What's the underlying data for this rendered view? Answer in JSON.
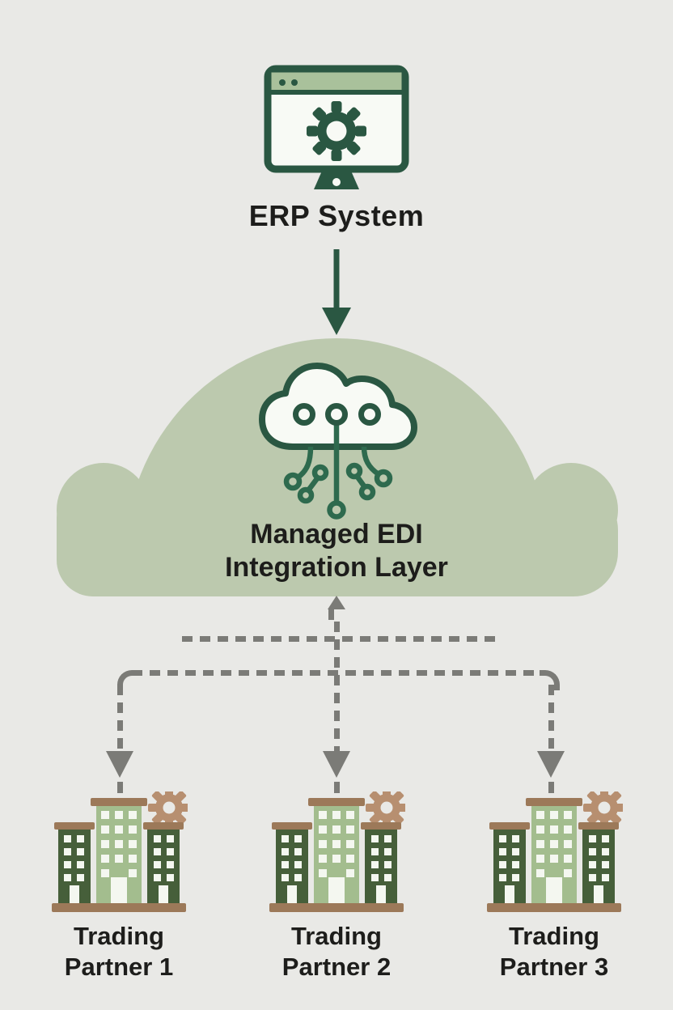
{
  "diagram": {
    "type": "managed-edi-architecture-flow"
  },
  "colors": {
    "bg": "#e9e9e6",
    "ink": "#1d1d1b",
    "green_dark": "#2a5742",
    "green_circuit": "#2e6a4e",
    "green_bar": "#a9c19b",
    "cloud_fill": "#bcc9ae",
    "white_fill": "#f8faf5",
    "gray_line": "#7b7b77",
    "bldg_dark": "#465f3a",
    "bldg_light": "#a3bd8e",
    "window_fill": "#f4f7f0",
    "brown": "#9c7959",
    "tan_gear": "#b78f70"
  },
  "erp": {
    "label": "ERP System",
    "icon": "monitor-with-gear-icon"
  },
  "integration": {
    "line1": "Managed EDI",
    "line2": "Integration Layer",
    "icon": "cloud-circuit-icon"
  },
  "flow": {
    "erp_to_cloud": "solid-green-down-arrow",
    "cloud_to_partners": "dashed-gray-fanout-arrows",
    "partners_to_cloud": "dashed-gray-up-arrow"
  },
  "partners": [
    {
      "line1": "Trading",
      "line2": "Partner 1",
      "icon": "office-building-with-gear-icon"
    },
    {
      "line1": "Trading",
      "line2": "Partner 2",
      "icon": "office-building-with-gear-icon"
    },
    {
      "line1": "Trading",
      "line2": "Partner 3",
      "icon": "office-building-with-gear-icon"
    }
  ]
}
